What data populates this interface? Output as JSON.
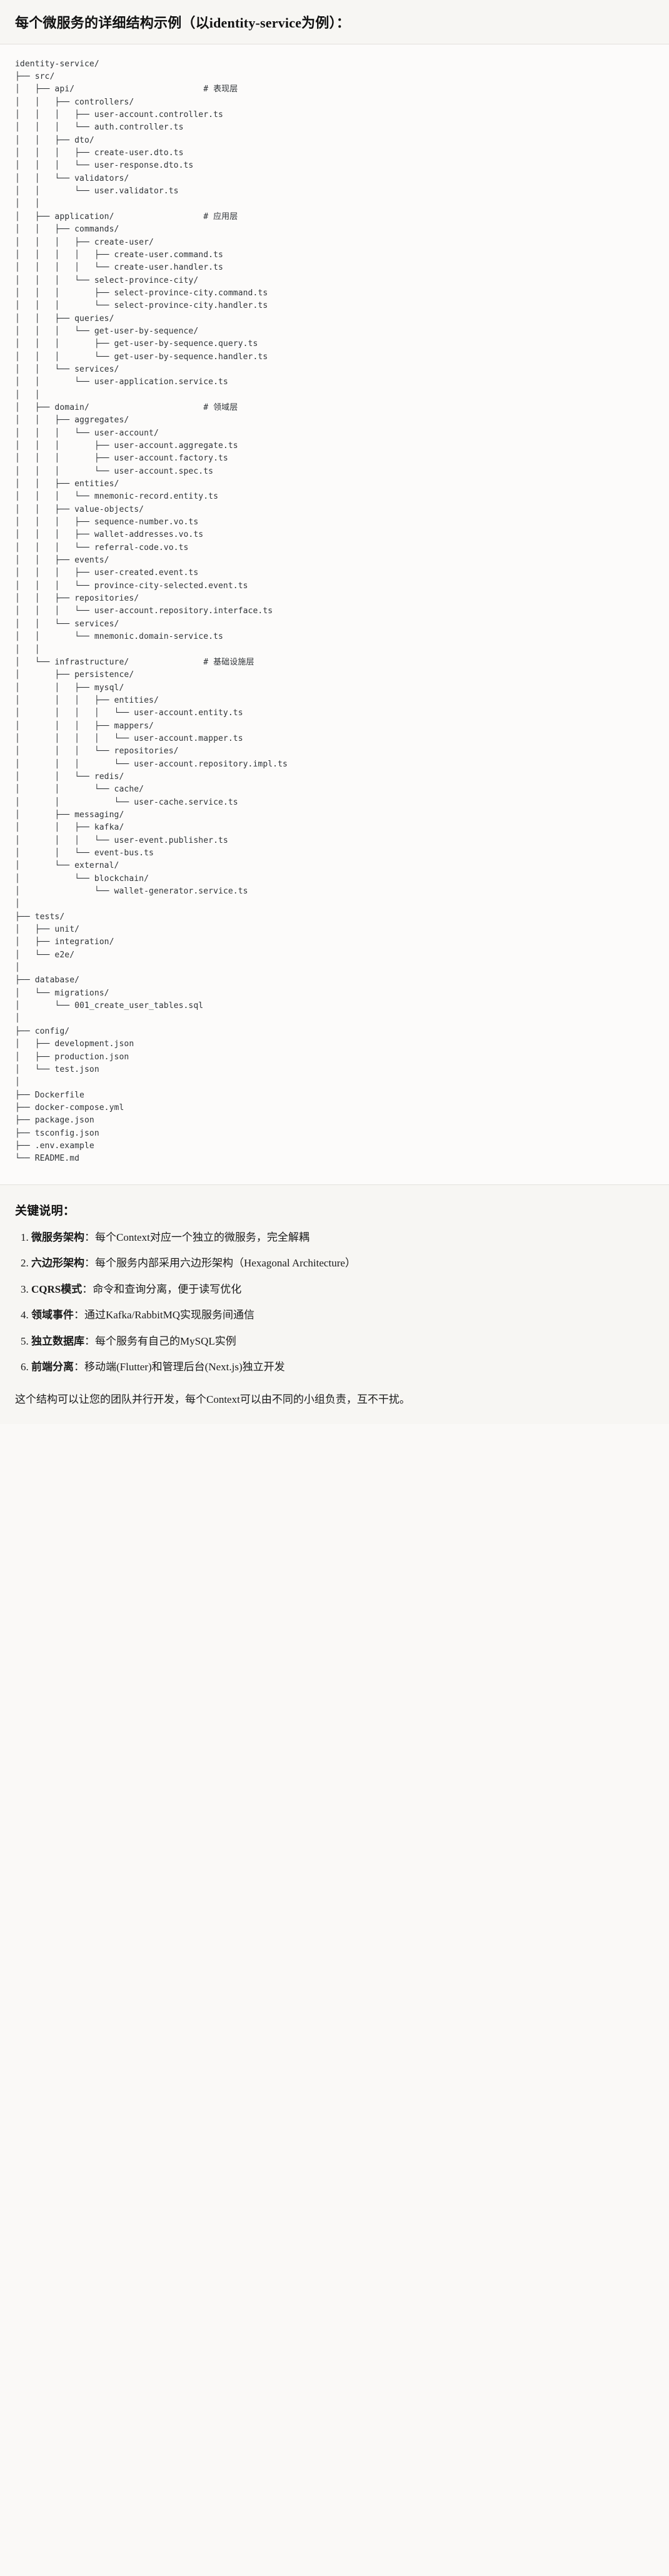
{
  "document": {
    "title": "每个微服务的详细结构示例（以identity-service为例）："
  },
  "tree": {
    "root_label": "identity-service/",
    "text": "identity-service/\n├── src/\n│   ├── api/                          # 表现层\n│   │   ├── controllers/\n│   │   │   ├── user-account.controller.ts\n│   │   │   └── auth.controller.ts\n│   │   ├── dto/\n│   │   │   ├── create-user.dto.ts\n│   │   │   └── user-response.dto.ts\n│   │   └── validators/\n│   │       └── user.validator.ts\n│   │\n│   ├── application/                  # 应用层\n│   │   ├── commands/\n│   │   │   ├── create-user/\n│   │   │   │   ├── create-user.command.ts\n│   │   │   │   └── create-user.handler.ts\n│   │   │   └── select-province-city/\n│   │   │       ├── select-province-city.command.ts\n│   │   │       └── select-province-city.handler.ts\n│   │   ├── queries/\n│   │   │   └── get-user-by-sequence/\n│   │   │       ├── get-user-by-sequence.query.ts\n│   │   │       └── get-user-by-sequence.handler.ts\n│   │   └── services/\n│   │       └── user-application.service.ts\n│   │\n│   ├── domain/                       # 领域层\n│   │   ├── aggregates/\n│   │   │   └── user-account/\n│   │   │       ├── user-account.aggregate.ts\n│   │   │       ├── user-account.factory.ts\n│   │   │       └── user-account.spec.ts\n│   │   ├── entities/\n│   │   │   └── mnemonic-record.entity.ts\n│   │   ├── value-objects/\n│   │   │   ├── sequence-number.vo.ts\n│   │   │   ├── wallet-addresses.vo.ts\n│   │   │   └── referral-code.vo.ts\n│   │   ├── events/\n│   │   │   ├── user-created.event.ts\n│   │   │   └── province-city-selected.event.ts\n│   │   ├── repositories/\n│   │   │   └── user-account.repository.interface.ts\n│   │   └── services/\n│   │       └── mnemonic.domain-service.ts\n│   │\n│   └── infrastructure/               # 基础设施层\n│       ├── persistence/\n│       │   ├── mysql/\n│       │   │   ├── entities/\n│       │   │   │   └── user-account.entity.ts\n│       │   │   ├── mappers/\n│       │   │   │   └── user-account.mapper.ts\n│       │   │   └── repositories/\n│       │   │       └── user-account.repository.impl.ts\n│       │   └── redis/\n│       │       └── cache/\n│       │           └── user-cache.service.ts\n│       ├── messaging/\n│       │   ├── kafka/\n│       │   │   └── user-event.publisher.ts\n│       │   └── event-bus.ts\n│       └── external/\n│           └── blockchain/\n│               └── wallet-generator.service.ts\n│\n├── tests/\n│   ├── unit/\n│   ├── integration/\n│   └── e2e/\n│\n├── database/\n│   └── migrations/\n│       └── 001_create_user_tables.sql\n│\n├── config/\n│   ├── development.json\n│   ├── production.json\n│   └── test.json\n│\n├── Dockerfile\n├── docker-compose.yml\n├── package.json\n├── tsconfig.json\n├── .env.example\n└── README.md",
    "layer_comments": [
      "# 表现层",
      "# 应用层",
      "# 领域层",
      "# 基础设施层"
    ]
  },
  "notes": {
    "heading": "关键说明：",
    "items": [
      {
        "term": "微服务架构",
        "desc": "：每个Context对应一个独立的微服务，完全解耦"
      },
      {
        "term": "六边形架构",
        "desc": "：每个服务内部采用六边形架构（Hexagonal Architecture）"
      },
      {
        "term": "CQRS模式",
        "desc": "：命令和查询分离，便于读写优化"
      },
      {
        "term": "领域事件",
        "desc": "：通过Kafka/RabbitMQ实现服务间通信"
      },
      {
        "term": "独立数据库",
        "desc": "：每个服务有自己的MySQL实例"
      },
      {
        "term": "前端分离",
        "desc": "：移动端(Flutter)和管理后台(Next.js)独立开发"
      }
    ],
    "closing": "这个结构可以让您的团队并行开发，每个Context可以由不同的小组负责，互不干扰。"
  }
}
